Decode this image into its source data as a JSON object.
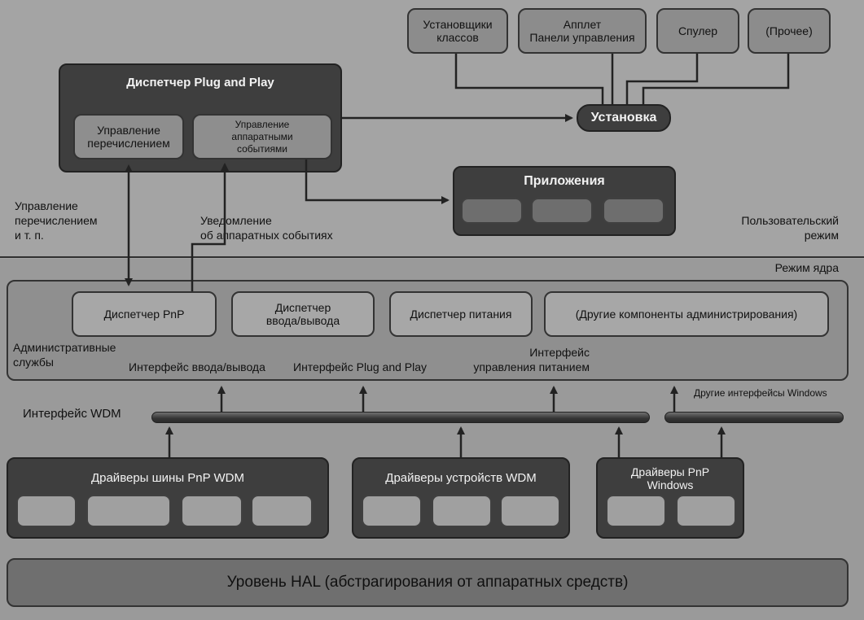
{
  "top_boxes": [
    "Установщики\nклассов",
    "Апплет\nПанели управления",
    "Спулер",
    "(Прочее)"
  ],
  "install": "Установка",
  "pnp_manager": {
    "title": "Диспетчер Plug and Play",
    "enum_mgmt": "Управление\nперечислением",
    "hw_events_mgmt": "Управление\nаппаратными\nсобытиями"
  },
  "applications": {
    "title": "Приложения"
  },
  "labels": {
    "enum_control": "Управление\nперечислением\nи т. п.",
    "hw_notify": "Уведомление\nоб аппаратных событиях",
    "user_mode": "Пользовательский\nрежим",
    "kernel_mode": "Режим ядра",
    "admin_services": "Административные\nслужбы",
    "io_interface": "Интерфейс ввода/вывода",
    "pnp_interface": "Интерфейс Plug and Play",
    "power_interface": "Интерфейс\nуправления питанием",
    "wdm_interface": "Интерфейс WDM",
    "other_windows": "Другие интерфейсы Windows"
  },
  "kernel_components": [
    "Диспетчер PnP",
    "Диспетчер\nввода/вывода",
    "Диспетчер питания",
    "(Другие компоненты администрирования)"
  ],
  "drivers": {
    "bus": "Драйверы шины PnP WDM",
    "device": "Драйверы устройств WDM",
    "windows": "Драйверы PnP\nWindows"
  },
  "hal": "Уровень HAL (абстрагирования от аппаратных средств)"
}
